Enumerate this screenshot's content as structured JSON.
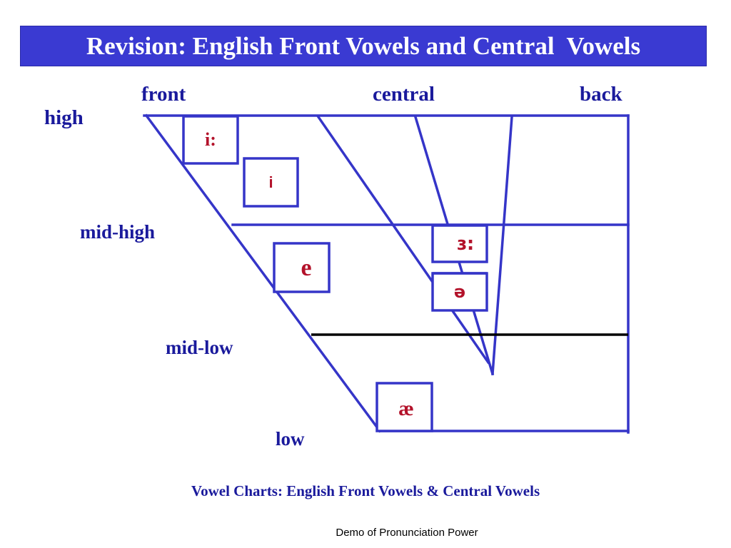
{
  "slide": {
    "title": "Revision: English Front Vowels and Central  Vowels",
    "caption": "Vowel Charts: English Front Vowels & Central Vowels",
    "footer": "Demo of Pronunciation Power"
  },
  "axes": {
    "columns": {
      "front": "front",
      "central": "central",
      "back": "back"
    },
    "rows": {
      "high": "high",
      "mid_high": "mid-high",
      "mid_low": "mid-low",
      "low": "low"
    }
  },
  "vowels": {
    "long_i": "i:",
    "short_i": "i",
    "e": "e",
    "long_schwa": "ɜ:",
    "schwa": "ə",
    "ae": "æ"
  },
  "colors": {
    "title_bg": "#3a3ad2",
    "line": "#3535c8",
    "label": "#1a1a9c",
    "symbol": "#b3122a",
    "mid_low_line": "#000000"
  }
}
